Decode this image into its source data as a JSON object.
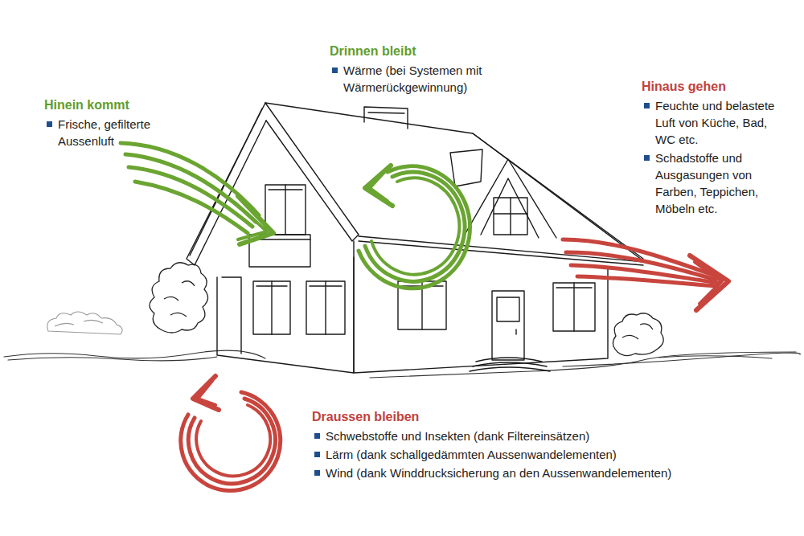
{
  "diagram": {
    "labels": [
      "Hinein kommt",
      "Frische, gefilterte Aussenluft",
      "Drinnen bleibt",
      "Wärme (bei Systemen mit Wärmerückgewinnung)",
      "Hinaus gehen",
      "Feuchte und belastete Luft von Küche, Bad, WC etc.",
      "Schadstoffe und Ausgasungen von Farben, Teppichen, Möbeln etc.",
      "Draussen bleiben",
      "Schwebstoffe und Insekten (dank Filtereinsätzen)",
      "Lärm (dank schallgedämmten Aussenwandelementen)",
      "Wind (dank Winddrucksicherung an den Aussenwandelementen)"
    ]
  }
}
